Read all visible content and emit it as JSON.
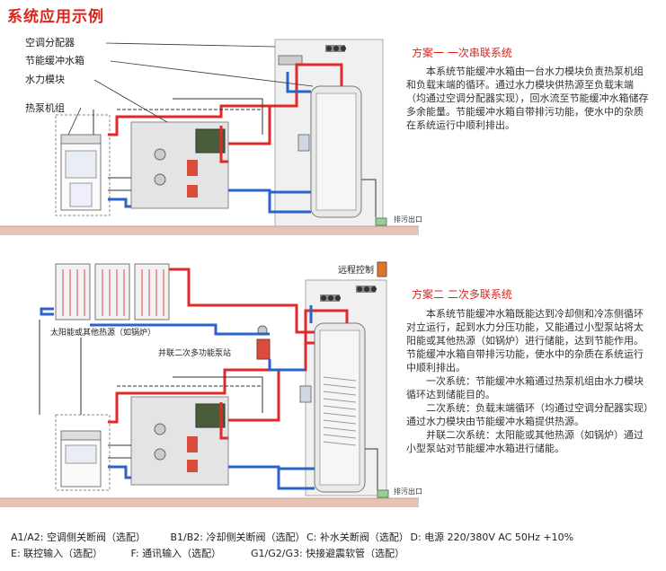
{
  "page_title": "系统应用示例",
  "scheme1": {
    "title": "方案一  一次串联系统",
    "body": [
      "本系统节能缓冲水箱由一台水力模块负责热泵机组和负载末端的循环。通过水力模块供热源至负载末端（均通过空调分配器实现），回水流至节能缓冲水箱储存多余能量。节能缓冲水箱自带排污功能，使水中的杂质在系统运行中顺利排出。"
    ],
    "labels": {
      "distributor": "空调分配器",
      "buffer_tank": "节能缓冲水箱",
      "hydraulic_module": "水力模块",
      "heat_pump": "热泵机组",
      "drain": "排污出口"
    }
  },
  "scheme2": {
    "title": "方案二  二次多联系统",
    "body": [
      "本系统节能缓冲水箱既能达到冷却侧和冷冻侧循环对立运行，起到水力分压功能，又能通过小型泵站将太阳能或其他热源（如锅炉）进行储能，达到节能作用。节能缓冲水箱自带排污功能，使水中的杂质在系统运行中顺利排出。",
      "一次系统：节能缓冲水箱通过热泵机组由水力模块循环达到储能目的。",
      "二次系统：负载末端循环（均通过空调分配器实现）通过水力模块由节能缓冲水箱提供热源。",
      "并联二次系统：太阳能或其他热源（如锅炉）通过小型泵站对节能缓冲水箱进行储能。"
    ],
    "labels": {
      "remote_control": "远程控制",
      "solar": "太阳能或其他热源（如锅炉）",
      "pump_station": "并联二次多功能泵站",
      "drain": "排污出口"
    }
  },
  "legend": [
    "A1/A2: 空调侧关断阀（选配）",
    "B1/B2: 冷却侧关断阀（选配）",
    "C: 补水关断阀（选配）",
    "D: 电源 220/380V AC 50Hz +10%",
    "E: 联控输入（选配）",
    "F: 通讯输入（选配）",
    "G1/G2/G3: 快接避震软管（选配）"
  ],
  "colors": {
    "hot": "#e02a2a",
    "cold": "#2a63c9",
    "title": "#d9261c",
    "ground": "#e6c3b4"
  }
}
